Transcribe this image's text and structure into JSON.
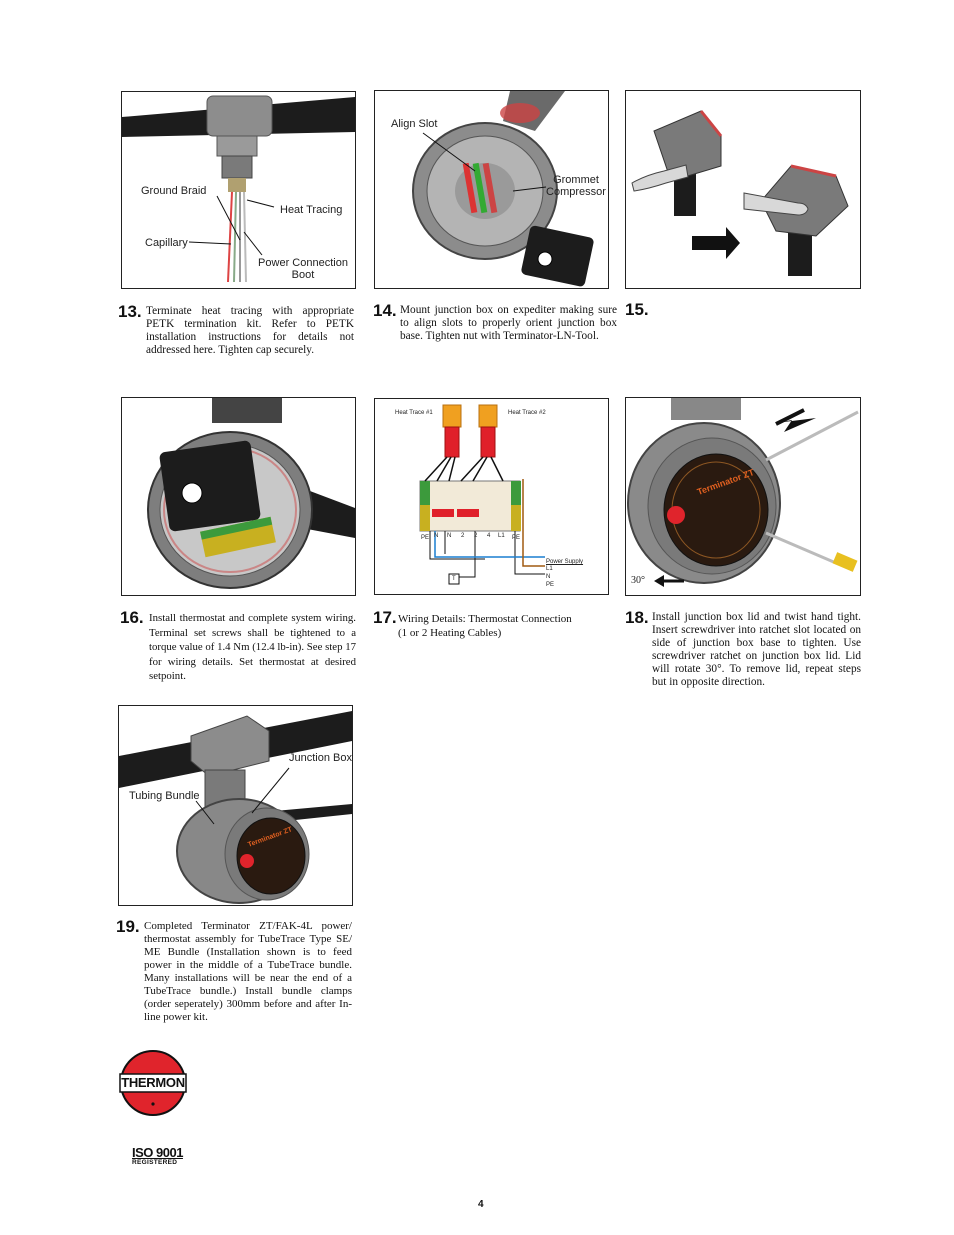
{
  "steps": {
    "s13": {
      "number": "13.",
      "text": "Terminate heat tracing with appropriate PETK termination kit. Refer to PETK installation instructions for details not addressed here. Tighten cap securely."
    },
    "s14": {
      "number": "14.",
      "text": "Mount junction box on expediter making sure to align slots to properly orient junction box base. Tighten nut with Terminator-LN-Tool."
    },
    "s15": {
      "number": "15.",
      "text": ""
    },
    "s16": {
      "number": "16.",
      "text": "Install thermostat and complete system wiring. Terminal set screws shall be tightened to a torque value of 1.4 Nm (12.4 lb-in). See step 17 for wiring details. Set thermostat at desired setpoint."
    },
    "s17": {
      "number": "17.",
      "text": "Wiring Details: Thermostat Connection (1 or 2 Heating Cables)"
    },
    "s18": {
      "number": "18.",
      "text": "Install junction box lid and twist hand tight. Insert screwdriver into ratchet slot located on side of junction box base to tighten. Use screwdriver ratchet on junction box lid. Lid will rotate 30°. To remove lid, repeat steps but in opposite direction."
    },
    "s19": {
      "number": "19.",
      "text": "Completed Terminator ZT/FAK-4L power/ thermostat assembly for TubeTrace Type SE/ ME Bundle (Installation shown is to feed power in the middle of a TubeTrace bundle. Many installations will be near the end of a TubeTrace bundle.) Install bundle clamps (order seperately) 300mm before and after In-line power kit."
    }
  },
  "figures": {
    "fig13": {
      "ground_braid": "Ground Braid",
      "heat_tracing": "Heat Tracing",
      "capillary": "Capillary",
      "power_boot_1": "Power Connection",
      "power_boot_2": "Boot"
    },
    "fig14": {
      "align_slot": "Align Slot",
      "grommet_1": "Grommet",
      "grommet_2": "Compressor"
    },
    "fig17": {
      "heat_trace_1": "Heat Trace #1",
      "heat_trace_2": "Heat Trace #2",
      "power_supply": "Power Supply",
      "l1": "L1",
      "n": "N",
      "pe": "PE",
      "t": "T",
      "term_pe_left": "PE",
      "term_pe_right": "PE",
      "term_n1": "N",
      "term_n2": "N",
      "term_2a": "2",
      "term_2b": "2",
      "term_4": "4",
      "term_l1": "L1"
    },
    "fig18": {
      "angle": "30°",
      "lid_brand": "Terminator ZT"
    },
    "fig19": {
      "junction_box": "Junction Box",
      "tubing_bundle": "Tubing Bundle",
      "lid_brand": "Terminator ZT"
    }
  },
  "footer": {
    "logo_text": "THERMON",
    "iso_line1": "ISO 9001",
    "iso_line2": "REGISTERED",
    "page_number": "4"
  },
  "colors": {
    "pipe": "#1c1c1c",
    "metal": "#8a8a8a",
    "red": "#e0202a",
    "orange": "#f0a020",
    "green": "#3c9a3c",
    "logo_red": "#e0242c"
  }
}
